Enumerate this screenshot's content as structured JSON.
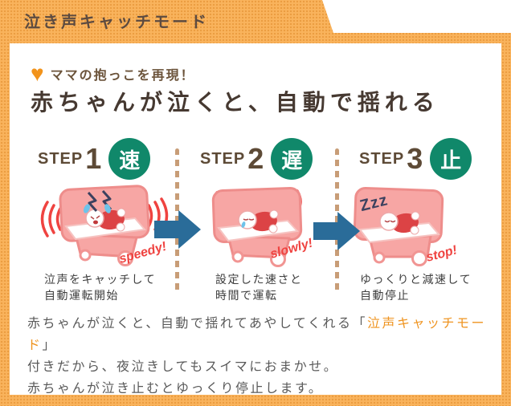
{
  "window": {
    "title": "泣き声キャッチモード"
  },
  "hero": {
    "heart_glyph": "♥",
    "tagline": "ママの抱っこを再現！",
    "heading": "赤ちゃんが泣くと、自動で揺れる"
  },
  "steps": [
    {
      "label": "STEP",
      "number": "1",
      "badge": "速",
      "caption_line1": "泣声をキャッチして",
      "caption_line2": "自動運転開始",
      "speed_label": "speedy!",
      "sleep_marks": ""
    },
    {
      "label": "STEP",
      "number": "2",
      "badge": "遅",
      "caption_line1": "設定した速さと",
      "caption_line2": "時間で運転",
      "speed_label": "slowly!",
      "sleep_marks": ""
    },
    {
      "label": "STEP",
      "number": "3",
      "badge": "止",
      "caption_line1": "ゆっくりと減速して",
      "caption_line2": "自動停止",
      "speed_label": "stop!",
      "sleep_marks": "Zzz"
    }
  ],
  "description": {
    "line1_pre": "赤ちゃんが泣くと、自動で揺れてあやしてくれる「",
    "line1_highlight": "泣声キャッチモード",
    "line1_post": "」",
    "line2": "付きだから、夜泣きしてもスイマにおまかせ。",
    "line3": "赤ちゃんが泣き止むとゆっくり停止します。"
  },
  "colors": {
    "background_orange": "#f9b35c",
    "dot_orange": "#eb9d41",
    "title_brown": "#5d4b40",
    "heading_brown": "#463931",
    "tagline_brown": "#6b533a",
    "heart_orange": "#f2931b",
    "badge_green": "#10886a",
    "arrow_blue": "#2a6c99",
    "divider_tan": "#c89d77",
    "wave_red": "#ef4340",
    "cradle_pink": "#f7a6a4",
    "caption_gray": "#3e3e3e",
    "paragraph_gray": "#595959",
    "highlight_orange": "#ef9420"
  }
}
